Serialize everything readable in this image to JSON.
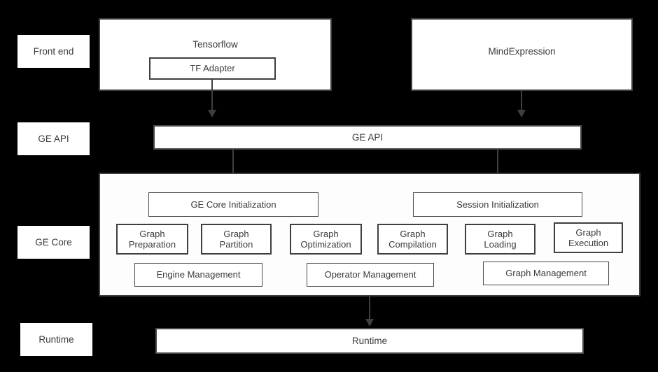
{
  "diagram": {
    "title": "GE architecture layers",
    "background_color": "#000000",
    "box_fill": "#ffffff",
    "border_color": "#3f3f3f",
    "text_color": "#3a3a3a"
  },
  "stage_labels": [
    {
      "label": "Front end"
    },
    {
      "label": "GE API"
    },
    {
      "label": "GE Core"
    },
    {
      "label": "Runtime"
    }
  ],
  "frontend": {
    "tensorflow": {
      "title": "Tensorflow",
      "adapter": "TF Adapter"
    },
    "mindexpression": {
      "title": "MindExpression"
    }
  },
  "ge_api_bar": {
    "label": "GE API"
  },
  "ge_core": {
    "init_boxes": [
      {
        "label": "GE Core Initialization"
      },
      {
        "label": "Session Initialization"
      }
    ],
    "module_boxes": [
      {
        "label": "Graph\nPreparation"
      },
      {
        "label": "Graph\nPartition"
      },
      {
        "label": "Graph\nOptimization"
      },
      {
        "label": "Graph\nCompilation"
      },
      {
        "label": "Graph\nLoading"
      },
      {
        "label": "Graph\nExecution"
      }
    ],
    "management_boxes": [
      {
        "label": "Engine Management"
      },
      {
        "label": "Operator Management"
      },
      {
        "label": "Graph Management"
      }
    ]
  },
  "runtime_bar": {
    "label": "Runtime"
  }
}
